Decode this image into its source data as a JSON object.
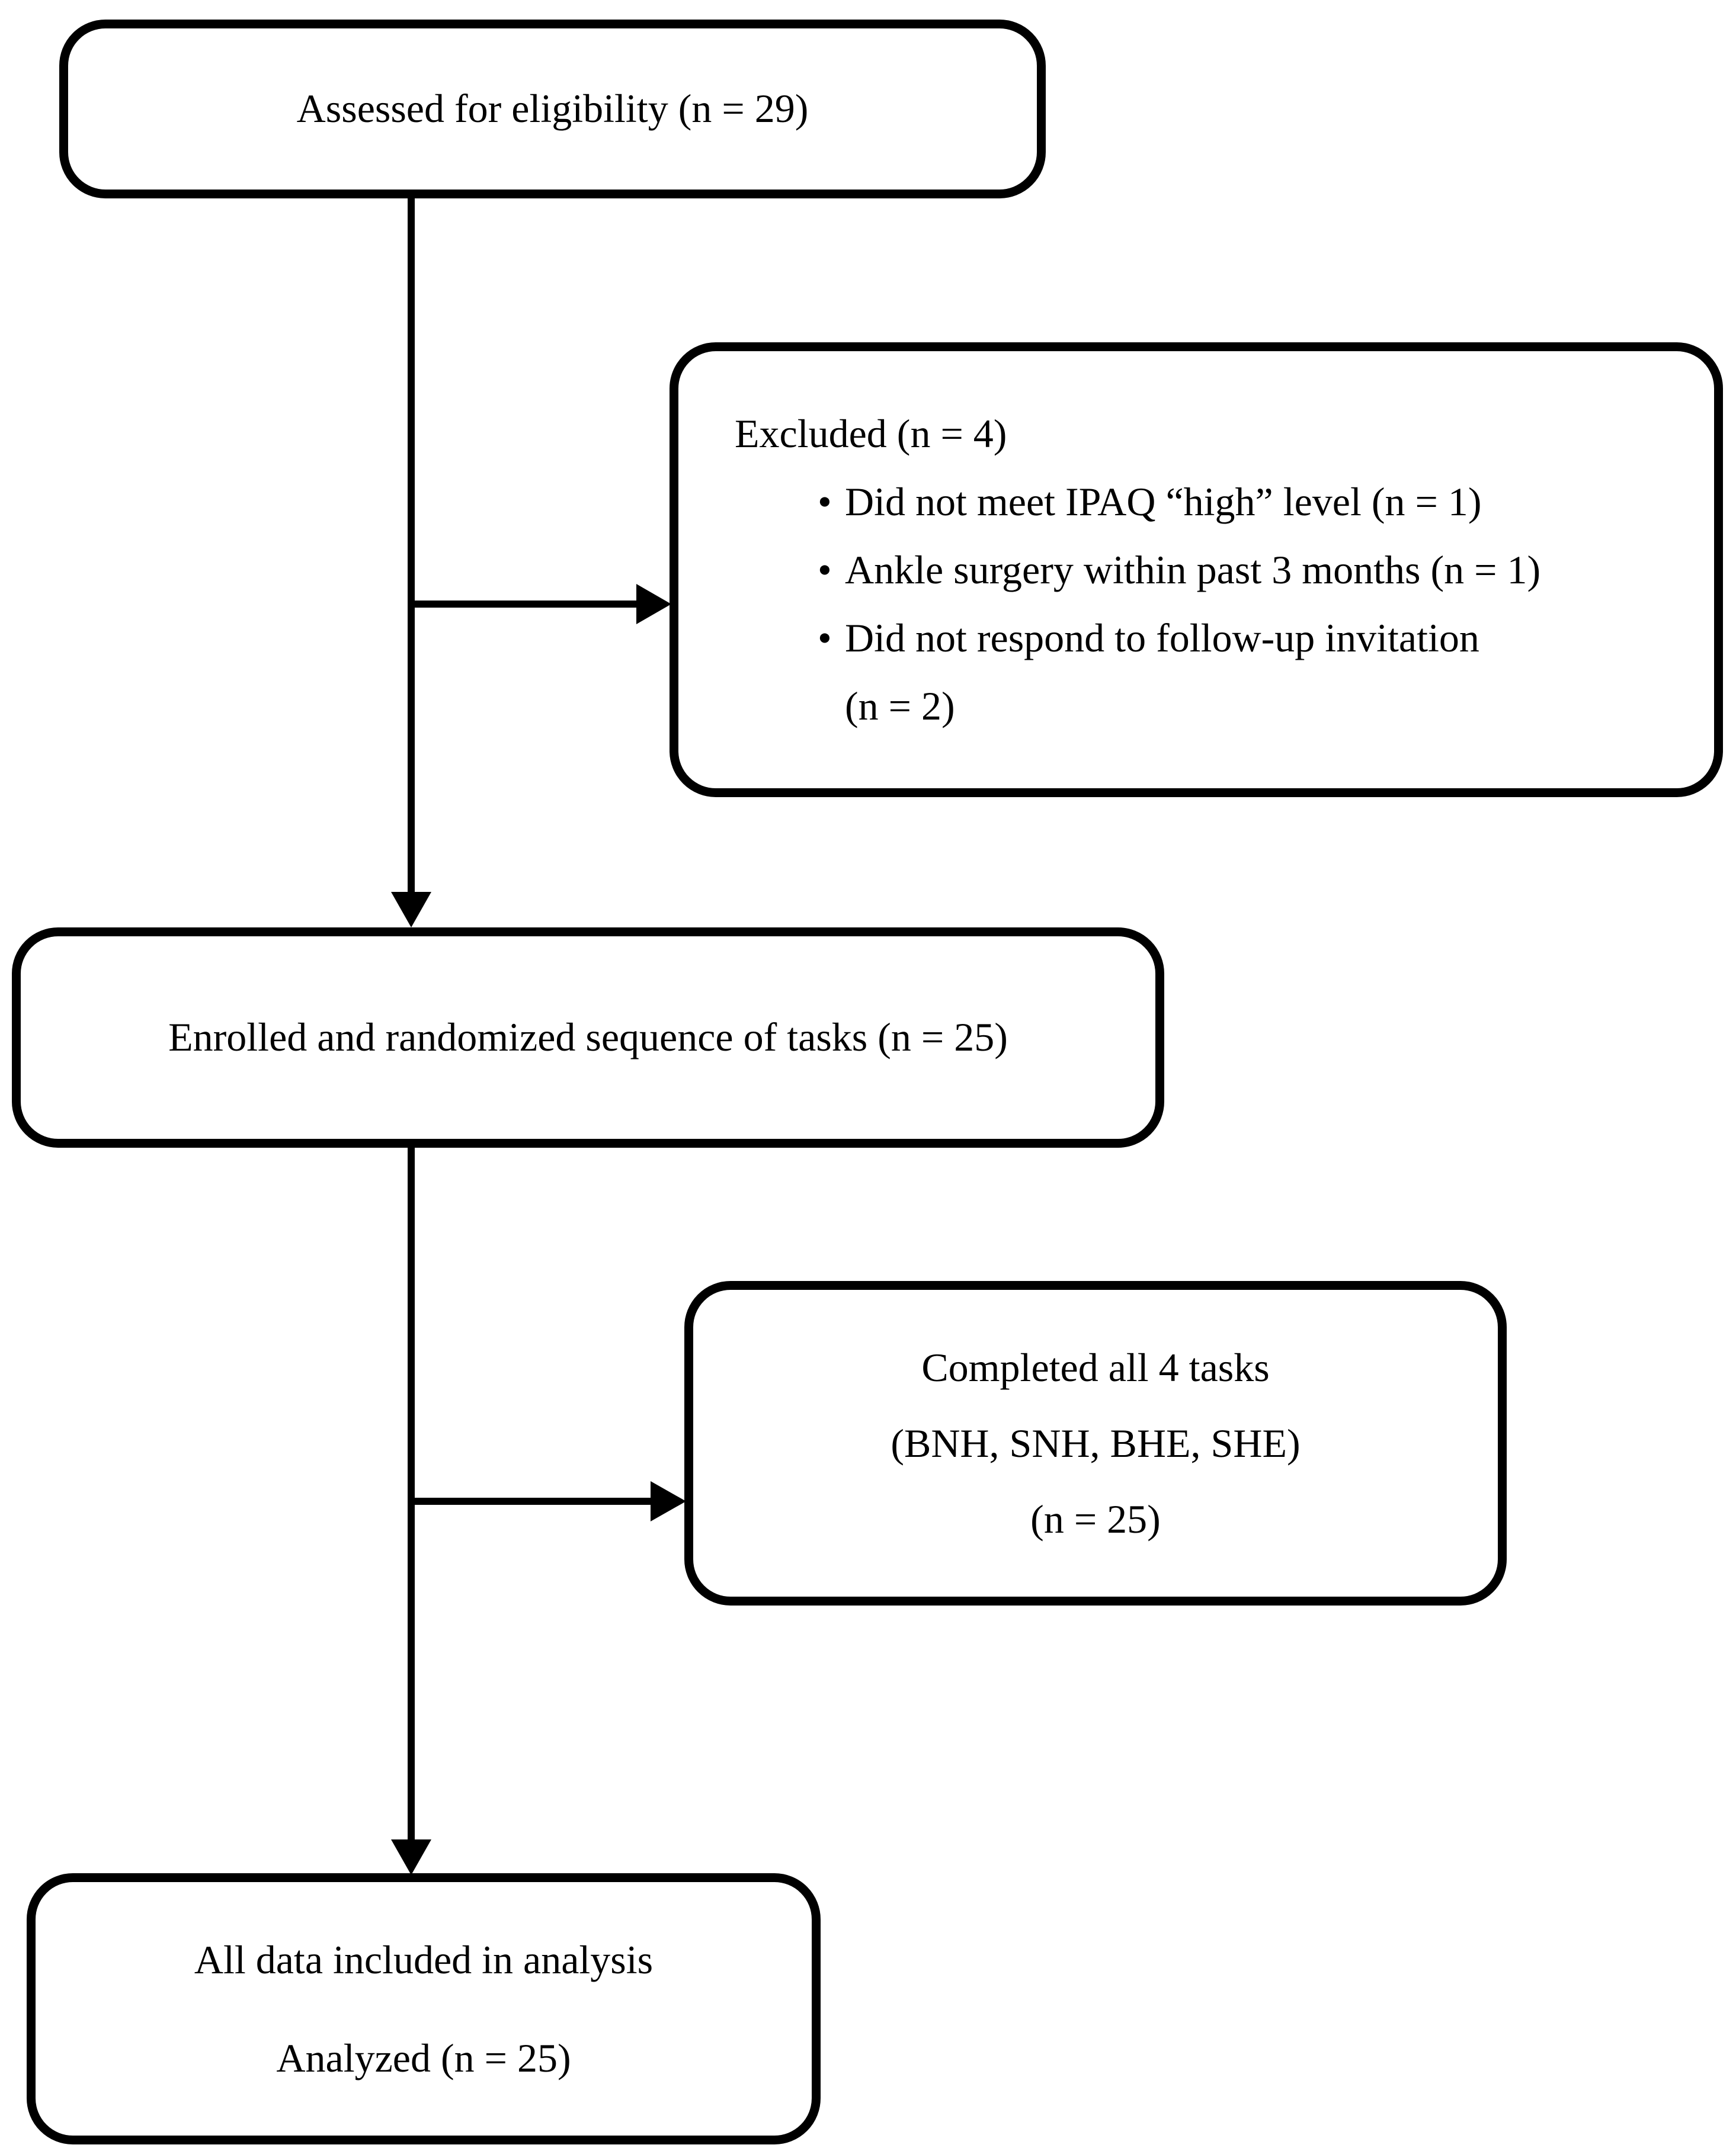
{
  "flow": {
    "bullet_glyph": "•",
    "assessed": {
      "text": "Assessed for eligibility (n = 29)"
    },
    "excluded": {
      "title": "Excluded (n = 4)",
      "bullets": [
        "Did not meet IPAQ “high” level (n = 1)",
        "Ankle surgery within past 3 months (n = 1)",
        "Did not respond to follow-up invitation\n(n = 2)"
      ]
    },
    "enrolled": {
      "text": "Enrolled and randomized sequence of tasks (n = 25)"
    },
    "completed": {
      "lines": [
        "Completed all 4 tasks",
        "(BNH, SNH, BHE, SHE)",
        "(n = 25)"
      ]
    },
    "analyzed": {
      "lines": [
        "All data included in analysis",
        "Analyzed (n = 25)"
      ]
    }
  }
}
